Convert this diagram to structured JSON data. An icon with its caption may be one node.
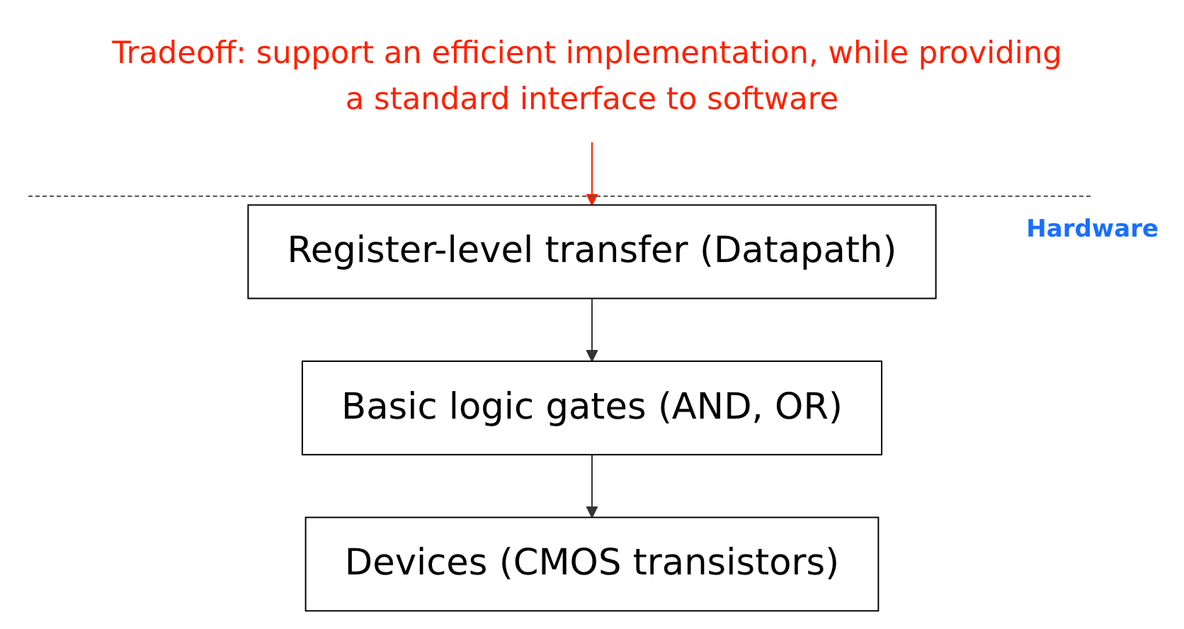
{
  "diagram": {
    "nodes": [
      {
        "text": [
          "Tradeoff: support an efficient implementation, while providing a standard interface to software"
        ]
      },
      {
        "text": [
          "Register-level transfer (Datapath)"
        ]
      },
      {
        "text": [
          "Basic logic gates (AND, OR)"
        ]
      },
      {
        "text": [
          "Devices (CMOS transistors)"
        ]
      }
    ],
    "edges": [
      {
        "from": 0,
        "to": 1,
        "arrow": "to",
        "color": "#ff2000"
      },
      {
        "from": 1,
        "to": 2,
        "arrow": "to"
      },
      {
        "from": 2,
        "to": 3,
        "arrow": "to"
      }
    ],
    "labels": [
      "Hardware"
    ]
  }
}
